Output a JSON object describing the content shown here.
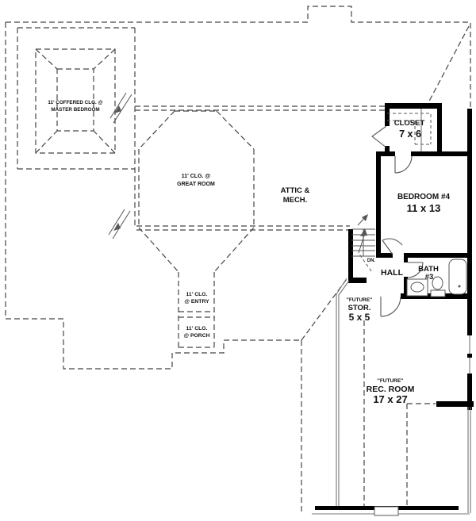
{
  "colors": {
    "background": "#ffffff",
    "wall": "#000000",
    "dashed_line": "#454545",
    "thin_line": "#555555",
    "text": "#111111"
  },
  "labels": {
    "master_ceiling": {
      "line1": "11' COFFERED CLG. @",
      "line2": "MASTER BEDROOM"
    },
    "great_room": {
      "line1": "11' CLG. @",
      "line2": "GREAT ROOM"
    },
    "attic": {
      "line1": "ATTIC &",
      "line2": "MECH."
    },
    "closet": {
      "name": "CLOSET",
      "size": "7 x 6"
    },
    "bedroom4": {
      "name": "BEDROOM #4",
      "size": "11 x 13"
    },
    "hall": {
      "name": "HALL"
    },
    "bath": {
      "line1": "BATH",
      "line2": "#3"
    },
    "stairs": {
      "down": "DN."
    },
    "storage": {
      "tag": "\"FUTURE\"",
      "name": "STOR.",
      "size": "5 x 5"
    },
    "rec_room": {
      "tag": "\"FUTURE\"",
      "name": "REC. ROOM",
      "size": "17 x 27"
    },
    "entry": {
      "line1": "11' CLG.",
      "line2": "@ ENTRY"
    },
    "porch": {
      "line1": "11' CLG.",
      "line2": "@ PORCH"
    }
  }
}
